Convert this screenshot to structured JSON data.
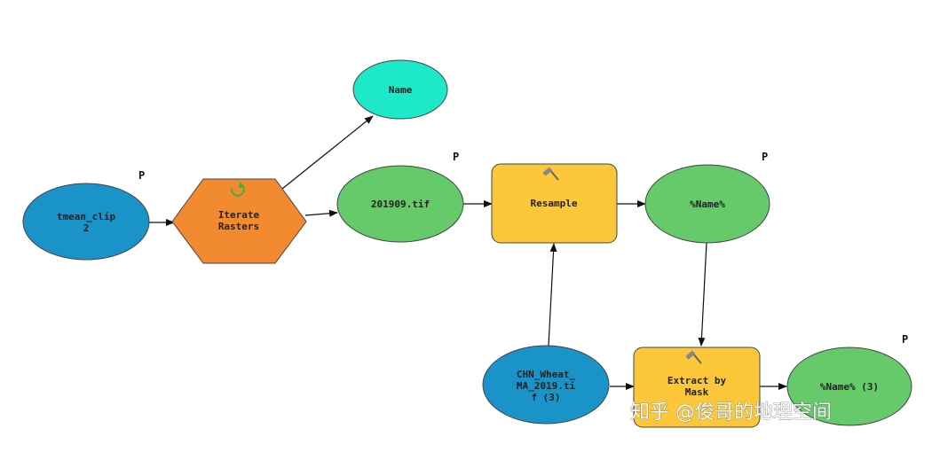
{
  "nodes": {
    "tmean_clip": {
      "line1": "tmean_clip",
      "line2": "2",
      "marker": "P",
      "color": "#1a93c9"
    },
    "iterate": {
      "line1": "Iterate",
      "line2": "Rasters",
      "color": "#f28a30",
      "icon": "iterate-arrow-icon"
    },
    "name": {
      "label": "Name",
      "color": "#1de9c8"
    },
    "tif201909": {
      "label": "201909.tif",
      "marker": "P",
      "color": "#66c96a"
    },
    "resample": {
      "label": "Resample",
      "color": "#fcc839",
      "icon": "hammer-icon"
    },
    "name_var": {
      "label": "%Name%",
      "marker": "P",
      "color": "#66c96a"
    },
    "chn_wheat": {
      "line1": "CHN_Wheat_",
      "line2": "MA_2019.ti",
      "line3": "f (3)",
      "color": "#1a93c9"
    },
    "extract": {
      "line1": "Extract by",
      "line2": "Mask",
      "color": "#fcc839",
      "icon": "hammer-icon"
    },
    "name_var3": {
      "label": "%Name% (3)",
      "marker": "P",
      "color": "#66c96a"
    }
  },
  "watermark": {
    "text": "知乎 @俊哥的地理空间"
  }
}
